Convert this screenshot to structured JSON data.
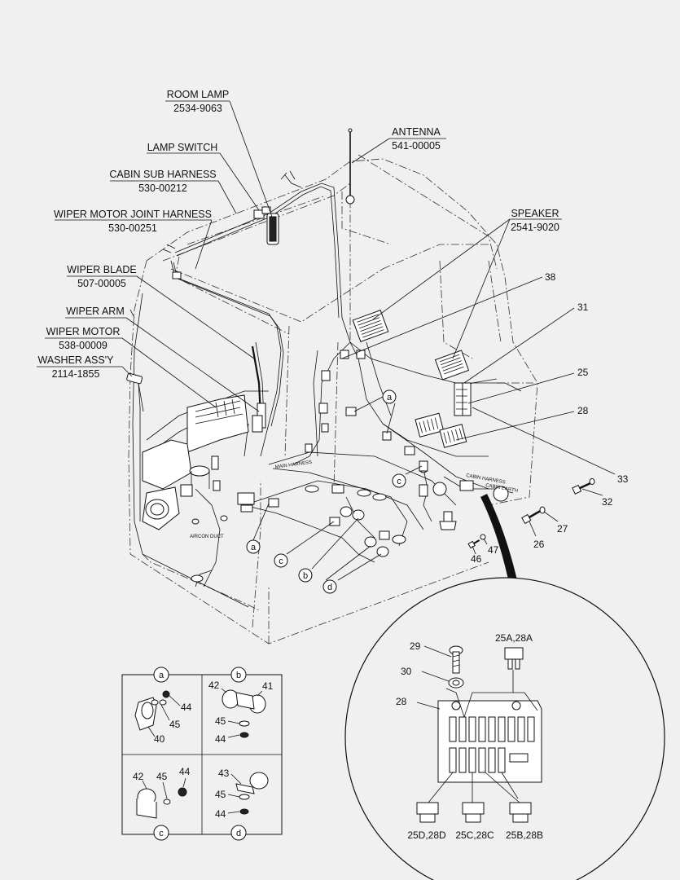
{
  "callouts": {
    "room_lamp": {
      "name": "ROOM LAMP",
      "code": "2534-9063"
    },
    "lamp_switch": {
      "name": "LAMP SWITCH"
    },
    "cabin_sub_harness": {
      "name": "CABIN SUB HARNESS",
      "code": "530-00212"
    },
    "wiper_motor_joint_harness": {
      "name": "WIPER MOTOR JOINT HARNESS",
      "code": "530-00251"
    },
    "wiper_blade": {
      "name": "WIPER BLADE",
      "code": "507-00005"
    },
    "wiper_arm": {
      "name": "WIPER ARM"
    },
    "wiper_motor": {
      "name": "WIPER MOTOR",
      "code": "538-00009"
    },
    "washer_assy": {
      "name": "WASHER ASS'Y",
      "code": "2114-1855"
    },
    "antenna": {
      "name": "ANTENNA",
      "code": "541-00005"
    },
    "speaker": {
      "name": "SPEAKER",
      "code": "2541-9020"
    }
  },
  "part_numbers": {
    "n38": "38",
    "n31": "31",
    "n25": "25",
    "n28": "28",
    "n33": "33",
    "n32": "32",
    "n27": "27",
    "n26": "26",
    "n47": "47",
    "n46": "46"
  },
  "inline_labels": {
    "main_harness": "MAIN HARNESS",
    "aircon_duct": "AIRCON DUCT",
    "cabin_harness": "CABIN HARNESS",
    "cabin_earth": "CABIN EARTH"
  },
  "circle_letters": {
    "a1": "a",
    "a2": "a",
    "b1": "b",
    "c1": "c",
    "c2": "c",
    "d1": "d"
  },
  "detail_grid": {
    "cell_a": {
      "letter": "a",
      "n44": "44",
      "n45": "45",
      "n40": "40"
    },
    "cell_b": {
      "letter": "b",
      "n42": "42",
      "n41": "41",
      "n45": "45",
      "n44": "44"
    },
    "cell_c": {
      "letter": "c",
      "n42": "42",
      "n45": "45",
      "n44": "44"
    },
    "cell_d": {
      "letter": "d",
      "n43": "43",
      "n45": "45",
      "n44": "44"
    }
  },
  "fuse_detail": {
    "n29": "29",
    "n30": "30",
    "n28": "28",
    "fuse_25a": "25A,28A",
    "fuse_25d": "25D,28D",
    "fuse_25c": "25C,28C",
    "fuse_25b": "25B,28B"
  }
}
